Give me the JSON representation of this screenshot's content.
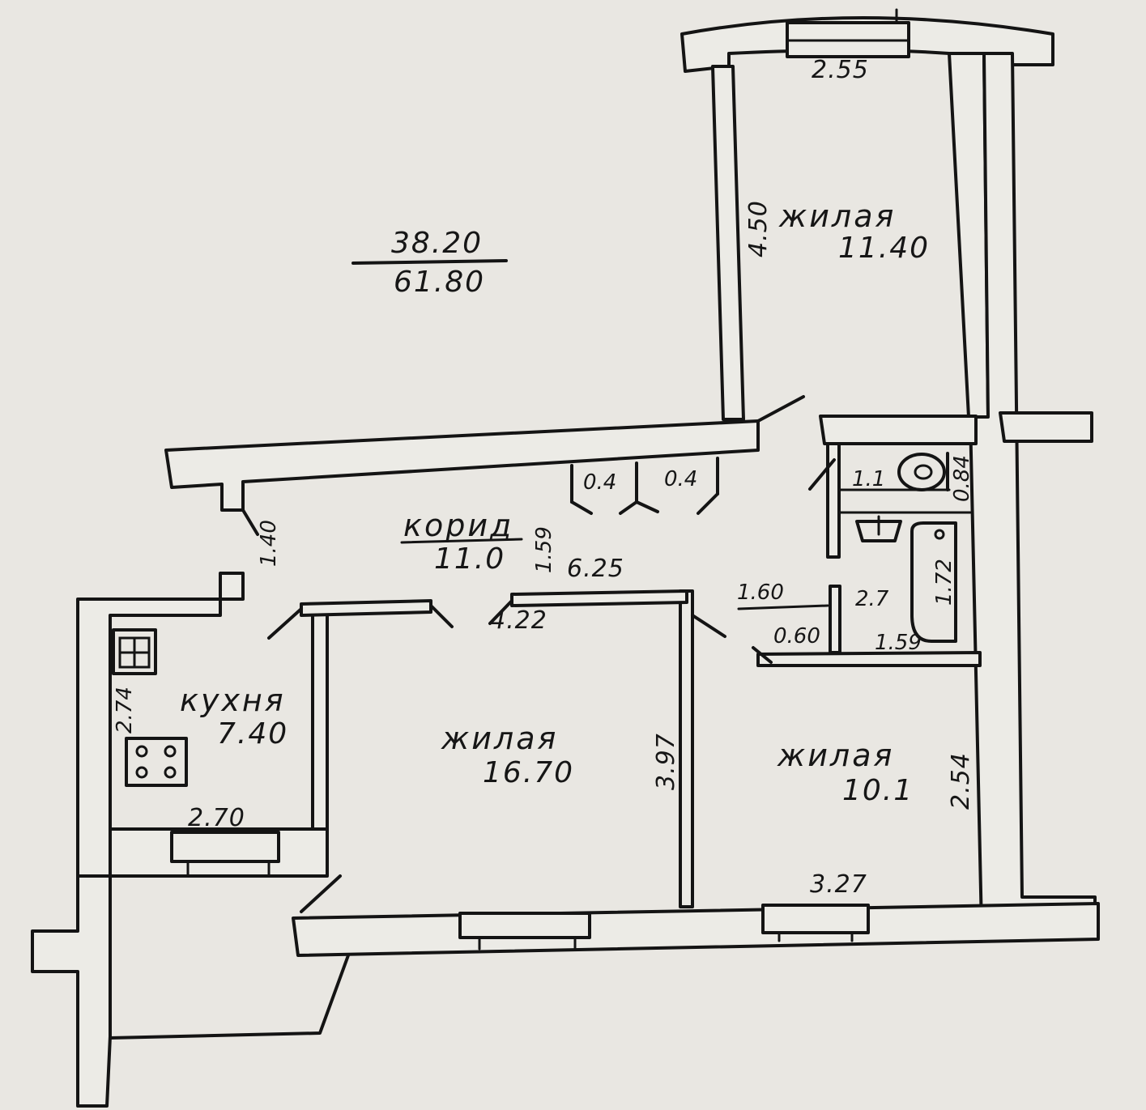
{
  "totals": {
    "living_area": "38.20",
    "total_area": "61.80"
  },
  "rooms": [
    {
      "name": "жилая",
      "area": "11.40"
    },
    {
      "name": "жилая",
      "area": "16.70"
    },
    {
      "name": "жилая",
      "area": "10.1"
    },
    {
      "name": "кухня",
      "area": "7.40"
    },
    {
      "name": "корид",
      "area": "11.0"
    }
  ],
  "small_areas": {
    "wc": "1.1",
    "bath": "2.7",
    "closet_1": "0.4",
    "closet_2": "0.4"
  },
  "dimensions": {
    "top_width": "2.55",
    "top_room_depth": "4.50",
    "corridor_depth": "1.59",
    "corridor_length": "6.25",
    "corridor_side": "1.40",
    "mid_room_width": "4.22",
    "mid_room_depth": "3.97",
    "kitchen_width": "2.70",
    "kitchen_depth": "2.74",
    "right_room_width": "3.27",
    "right_room_depth": "2.54",
    "hall_width": "1.60",
    "bath_inner_width": "0.60",
    "bath_length": "1.72",
    "bath_width": "1.59",
    "wc_depth": "0.84"
  },
  "icons": [
    "stove-icon",
    "sink-icon",
    "toilet-icon",
    "bathtub-icon",
    "ventilation-icon"
  ],
  "colors": {
    "paper": "#e9e7e2",
    "ink": "#141414"
  }
}
